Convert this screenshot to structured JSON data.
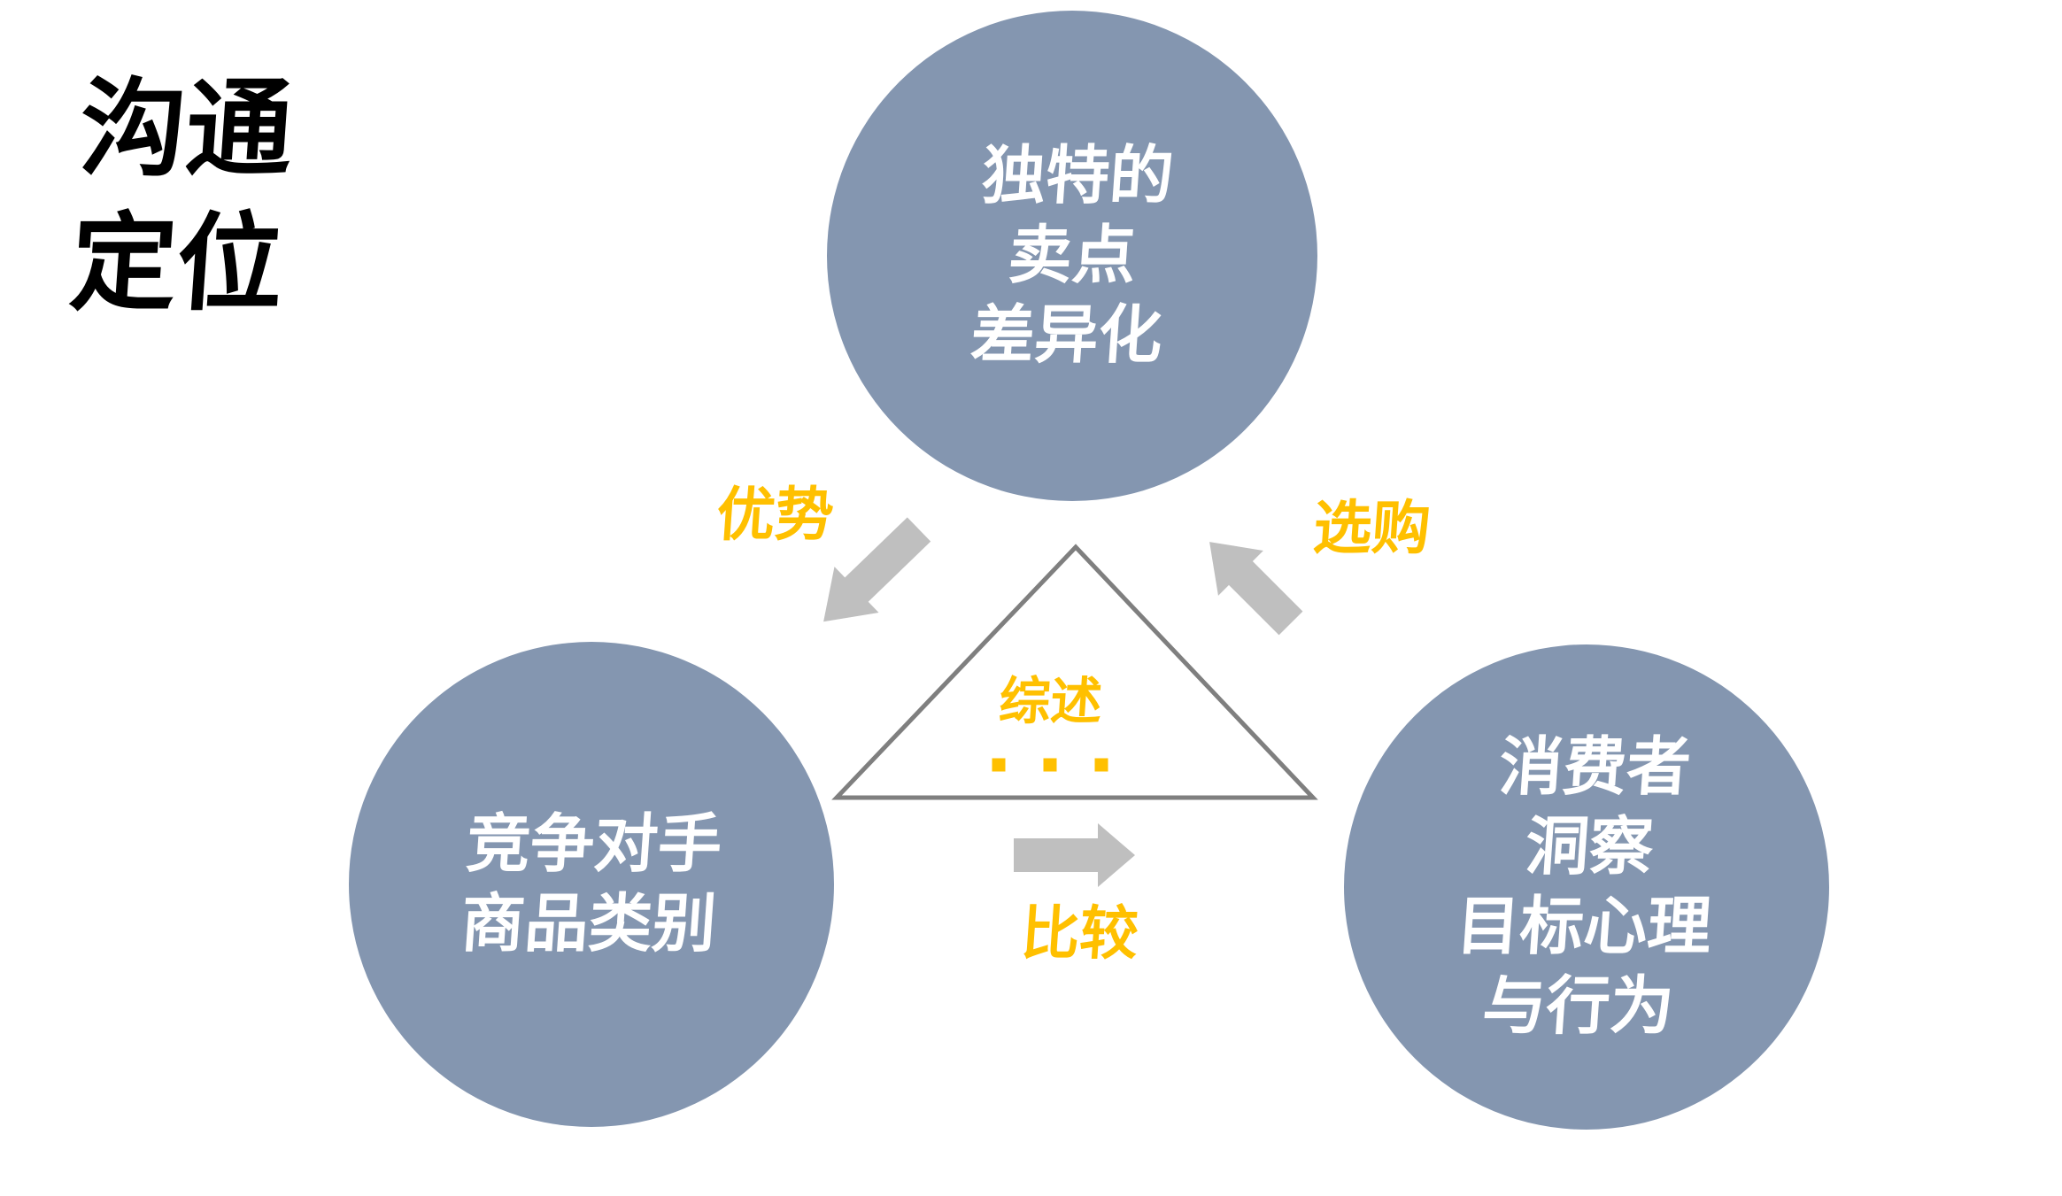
{
  "slide": {
    "title": {
      "line1": "沟通",
      "line2": "定位"
    }
  },
  "circles": {
    "top": {
      "lines": [
        "独特的",
        "卖点",
        "差异化"
      ]
    },
    "left": {
      "lines": [
        "竞争对手",
        "商品类别"
      ]
    },
    "right": {
      "lines": [
        "消费者",
        "洞察",
        "目标心理",
        "与行为"
      ]
    }
  },
  "labels": {
    "advantage": "优势",
    "purchase": "选购",
    "overview": "综述",
    "compare": "比较",
    "overview_dots_count": 3
  },
  "colors": {
    "circle_fill": "#8496B0",
    "label_yellow": "#FFC000",
    "arrow_gray": "#BFBFBF",
    "triangle_stroke": "#7F7F7F",
    "title_black": "#000000",
    "circle_text": "#FFFFFF",
    "background": "#FFFFFF"
  }
}
